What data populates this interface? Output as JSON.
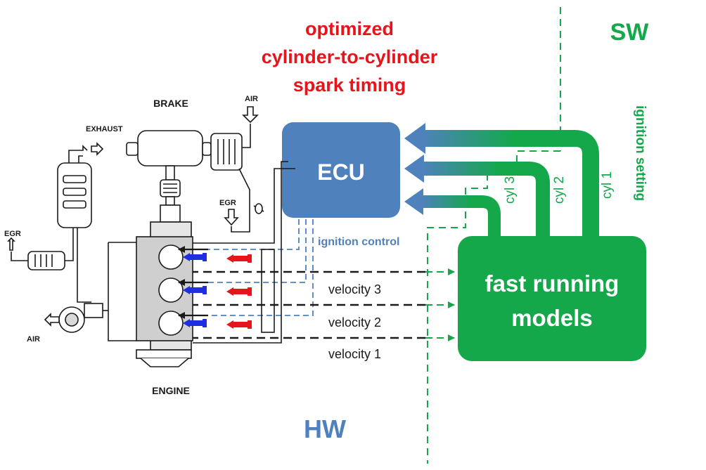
{
  "headline": {
    "line1": "optimized",
    "line2": "cylinder-to-cylinder",
    "line3": "spark timing"
  },
  "zones": {
    "sw": "SW",
    "hw": "HW"
  },
  "engine_labels": {
    "brake": "BRAKE",
    "exhaust": "EXHAUST",
    "air_top": "AIR",
    "egr_right": "EGR",
    "egr_left": "EGR",
    "air_bottom": "AIR",
    "engine": "ENGINE"
  },
  "ecu": {
    "label": "ECU"
  },
  "ignition_control": "ignition control",
  "models": {
    "line1": "fast running",
    "line2": "models"
  },
  "ignition_setting": "ignition setting",
  "cylinders": [
    "cyl 1",
    "cyl 2",
    "cyl 3"
  ],
  "velocities": [
    "velocity 3",
    "velocity 2",
    "velocity 1"
  ],
  "colors": {
    "red": "#e8141b",
    "green": "#14a84b",
    "ecu_blue": "#4f81bd",
    "hw_blue": "#4f81bd",
    "dark": "#1a1a1a"
  }
}
